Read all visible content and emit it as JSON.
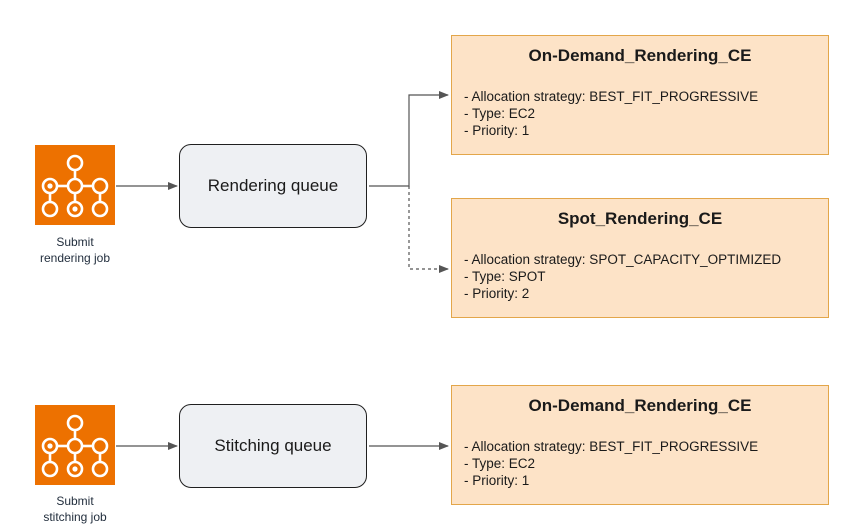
{
  "icon": {
    "name": "batch-job-icon",
    "color": "#ed7100"
  },
  "jobs": [
    {
      "caption_line1": "Submit",
      "caption_line2": "rendering job"
    },
    {
      "caption_line1": "Submit",
      "caption_line2": "stitching job"
    }
  ],
  "queues": [
    {
      "label": "Rendering queue"
    },
    {
      "label": "Stitching queue"
    }
  ],
  "compute_environments": [
    {
      "title": "On-Demand_Rendering_CE",
      "allocation": "- Allocation strategy: BEST_FIT_PROGRESSIVE",
      "type": "- Type: EC2",
      "priority": "- Priority: 1",
      "connection": "solid"
    },
    {
      "title": "Spot_Rendering_CE",
      "allocation": "- Allocation strategy: SPOT_CAPACITY_OPTIMIZED",
      "type": "- Type: SPOT",
      "priority": "- Priority: 2",
      "connection": "dashed"
    },
    {
      "title": "On-Demand_Rendering_CE",
      "allocation": "- Allocation strategy: BEST_FIT_PROGRESSIVE",
      "type": "- Type: EC2",
      "priority": "- Priority: 1",
      "connection": "solid"
    }
  ],
  "colors": {
    "icon_bg": "#ed7100",
    "ce_fill": "#fde3c7",
    "ce_border": "#e3a64a",
    "queue_fill": "#eef0f3",
    "connector": "#555555"
  }
}
